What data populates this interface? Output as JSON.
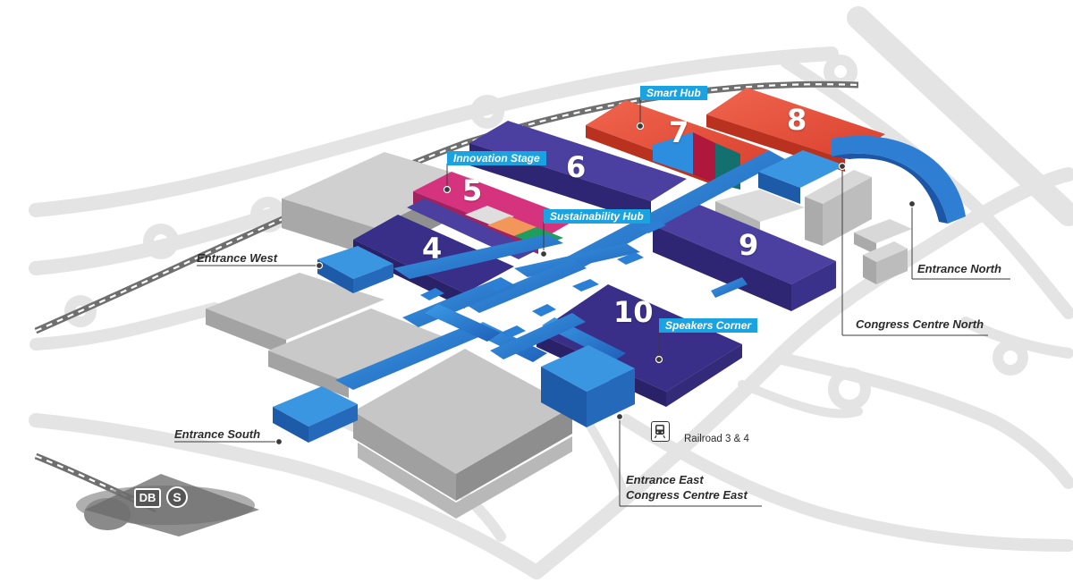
{
  "halls": {
    "h4": "4",
    "h5": "5",
    "h6": "6",
    "h7": "7",
    "h8": "8",
    "h9": "9",
    "h10": "10"
  },
  "stages": {
    "smart_hub": "Smart Hub",
    "innovation_stage": "Innovation Stage",
    "sustainability_hub": "Sustainability Hub",
    "speakers_corner": "Speakers Corner"
  },
  "entrances": {
    "west": "Entrance West",
    "south": "Entrance South",
    "north": "Entrance North",
    "congress_north": "Congress Centre North",
    "east_line1": "Entrance East",
    "east_line2": "Congress Centre East"
  },
  "transit": {
    "railroad": "Railroad 3 & 4",
    "db_logo": "DB",
    "s_logo": "S"
  },
  "colors": {
    "hall_purple": "#4a3f9c",
    "hall_dark_purple": "#3a2f85",
    "hall_red": "#e8533d",
    "hall_magenta": "#d63384",
    "walkway_blue": "#2b7fd4",
    "label_blue": "#1aa3e0",
    "building_gray": "#c8c8c8",
    "road_gray": "#e3e3e3"
  }
}
